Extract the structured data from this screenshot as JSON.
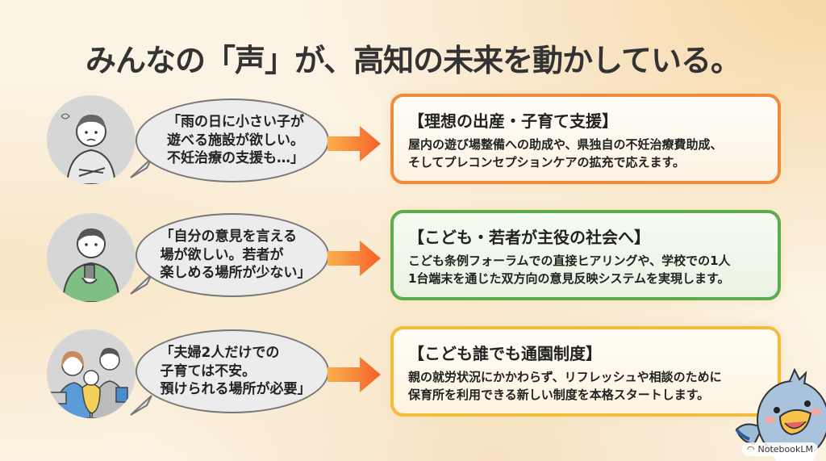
{
  "title": "みんなの「声」が、高知の未来を動かしている。",
  "rows": [
    {
      "avatar": "worried-man-icon",
      "voice": "「雨の日に小さい子が\n遊べる施設が欲しい。\n不妊治療の支援も…」",
      "card_title": "【理想の出産・子育て支援】",
      "card_body": "屋内の遊び場整備への助成や、県独自の不妊治療費助成、\nそしてプレコンセプションケアの拡充で応えます。",
      "border_color": "#f08a3c"
    },
    {
      "avatar": "young-man-phone-icon",
      "voice": "「自分の意見を言える\n場が欲しい。若者が\n楽しめる場所が少ない」",
      "card_title": "【こども・若者が主役の社会へ】",
      "card_body": "こども条例フォーラムでの直接ヒアリングや、学校での1人\n1台端末を通じた双方向の意見反映システムを実現します。",
      "border_color": "#5cab4e"
    },
    {
      "avatar": "busy-family-icon",
      "voice": "「夫婦2人だけでの\n子育ては不安。\n預けられる場所が必要」",
      "card_title": "【こども誰でも通園制度】",
      "card_body": "親の就労状況にかかわらず、リフレッシュや相談のために\n保育所を利用できる新しい制度を本格スタートします。",
      "border_color": "#f2bd3c"
    }
  ],
  "arrow_color": "#f57a2a",
  "watermark": "NotebookLM"
}
